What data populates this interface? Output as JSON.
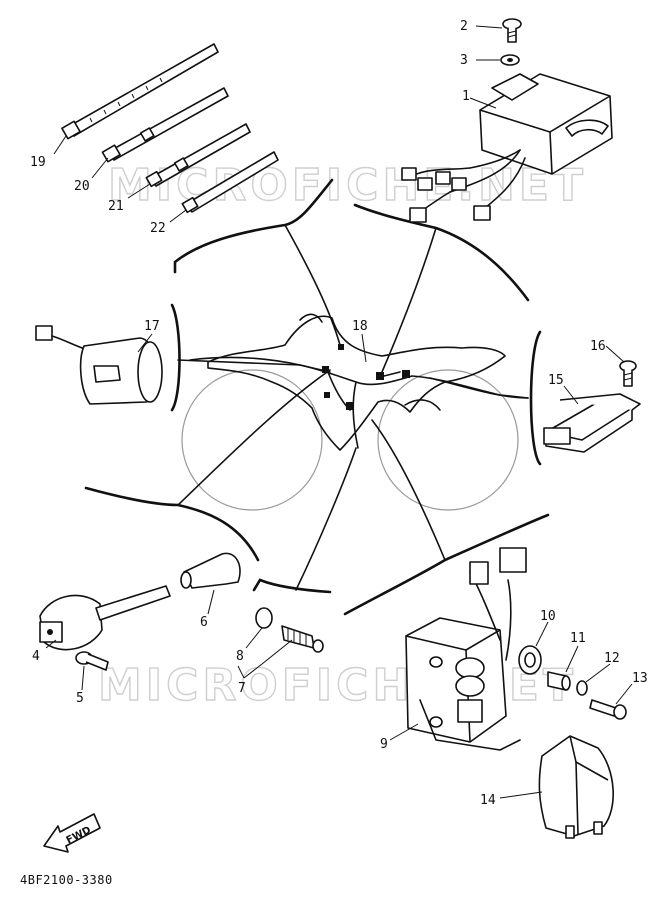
{
  "callouts": [
    {
      "id": "callout-1",
      "label": "1"
    },
    {
      "id": "callout-2",
      "label": "2"
    },
    {
      "id": "callout-3",
      "label": "3"
    },
    {
      "id": "callout-4",
      "label": "4"
    },
    {
      "id": "callout-5",
      "label": "5"
    },
    {
      "id": "callout-6",
      "label": "6"
    },
    {
      "id": "callout-7",
      "label": "7"
    },
    {
      "id": "callout-8",
      "label": "8"
    },
    {
      "id": "callout-9",
      "label": "9"
    },
    {
      "id": "callout-10",
      "label": "10"
    },
    {
      "id": "callout-11",
      "label": "11"
    },
    {
      "id": "callout-12",
      "label": "12"
    },
    {
      "id": "callout-13",
      "label": "13"
    },
    {
      "id": "callout-14",
      "label": "14"
    },
    {
      "id": "callout-15",
      "label": "15"
    },
    {
      "id": "callout-16",
      "label": "16"
    },
    {
      "id": "callout-17",
      "label": "17"
    },
    {
      "id": "callout-18",
      "label": "18"
    },
    {
      "id": "callout-19",
      "label": "19"
    },
    {
      "id": "callout-20",
      "label": "20"
    },
    {
      "id": "callout-21",
      "label": "21"
    },
    {
      "id": "callout-22",
      "label": "22"
    }
  ],
  "fwd_label": "FWD",
  "diagram_code": "4BF2100-3380",
  "watermark": "MICROFICHE.NET"
}
